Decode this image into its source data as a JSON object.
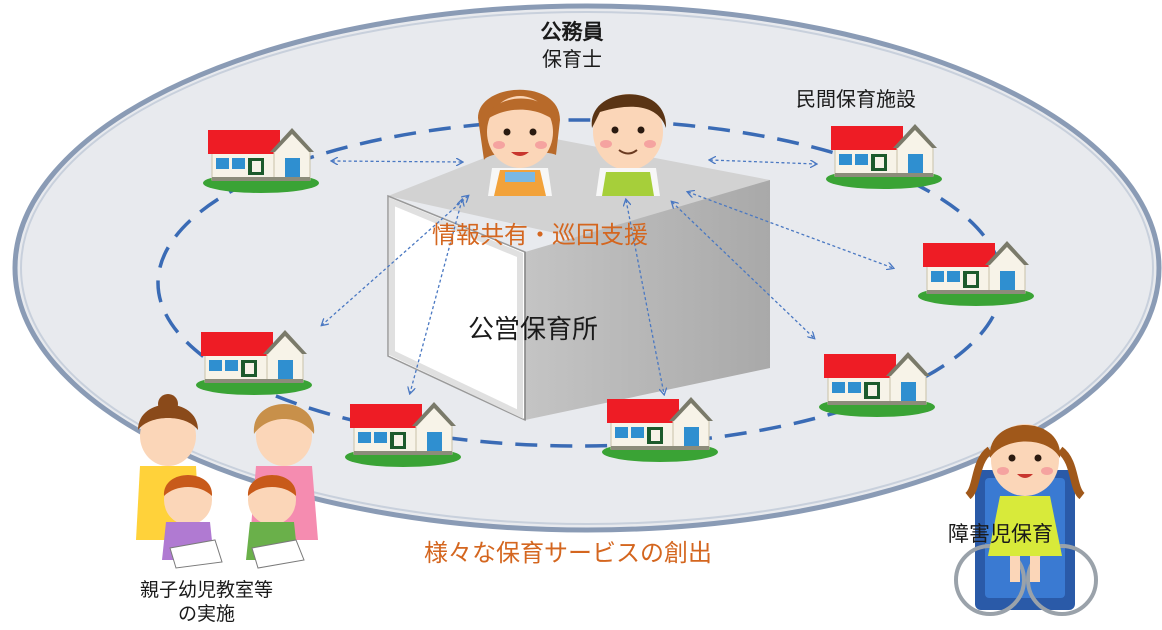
{
  "labels": {
    "public_staff_line1": "公務員",
    "public_staff_line2": "保育士",
    "private_facilities": "民間保育施設",
    "info_sharing": "情報共有・巡回支援",
    "public_nursery": "公営保育所",
    "diverse_services": "様々な保育サービスの創出",
    "disability_care": "障害児保育",
    "parent_class_line1": "親子幼児教室等",
    "parent_class_line2": "の実施"
  },
  "colors": {
    "accent_text": "#d4661f",
    "roof": "#ee1c25",
    "grass": "#3aa335",
    "dashed_ring": "#3a6bb5",
    "arrow": "#4a78c2",
    "ellipse_fill": "#e8eaee",
    "ellipse_border": "#8a9bb5",
    "box_side": "#b8b8b8",
    "box_top": "#cfcfcf"
  }
}
